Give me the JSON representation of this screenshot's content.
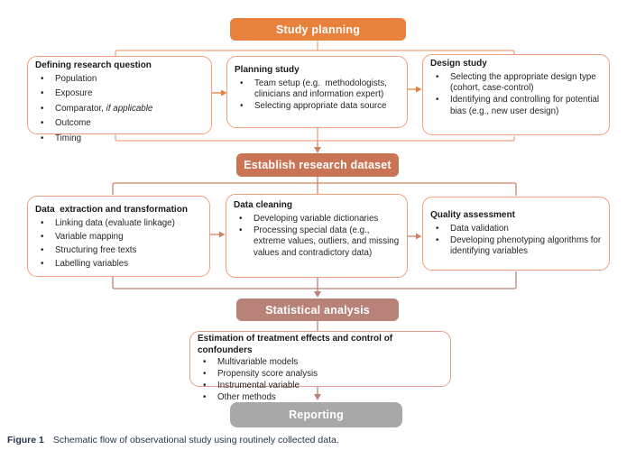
{
  "flow": {
    "headers": [
      {
        "id": "study-planning",
        "label": "Study planning",
        "bg": "#E8813B"
      },
      {
        "id": "establish-research-dataset",
        "label": "Establish research dataset",
        "bg": "#C97455"
      },
      {
        "id": "statistical-analysis",
        "label": "Statistical analysis",
        "bg": "#B98278"
      },
      {
        "id": "reporting",
        "label": "Reporting",
        "bg": "#A8A8A8"
      }
    ],
    "boxes": [
      {
        "id": "defining-research-question",
        "title": "Defining research question",
        "bullets": [
          "Population",
          "Exposure",
          {
            "text": "Comparator, ",
            "italic": "if applicable"
          },
          "Outcome",
          "Timing"
        ]
      },
      {
        "id": "planning-study",
        "title": "Planning study",
        "bullets": [
          "Team setup (e.g.  methodologists, clinicians and information expert)",
          "Selecting appropriate data source"
        ]
      },
      {
        "id": "design-study",
        "title": "Design study",
        "bullets": [
          "Selecting the appropriate design type (cohort, case-control)",
          "Identifying and controlling for potential bias (e.g., new user design)"
        ]
      },
      {
        "id": "data-extraction-and-transformation",
        "title": "Data  extraction and transformation",
        "bullets": [
          "Linking data (evaluate linkage)",
          "Variable mapping",
          "Structuring free texts",
          "Labelling variables"
        ]
      },
      {
        "id": "data-cleaning",
        "title": "Data cleaning",
        "bullets": [
          "Developing variable dictionaries",
          "Processing special data (e.g., extreme values, outliers, and missing values and contradictory data)"
        ]
      },
      {
        "id": "quality-assessment",
        "title": "Quality assessment",
        "bullets": [
          "Data validation",
          "Developing phenotyping algorithms for identifying variables"
        ]
      },
      {
        "id": "estimation-of-treatment-effects",
        "title": "Estimation of treatment effects and control of confounders",
        "bullets": [
          "Multivariable models",
          "Propensity score analysis",
          "Instrumental variable",
          "Other methods"
        ]
      }
    ],
    "connector_colors": {
      "top_lines": "#F0A480",
      "top_arrows": "#E8813B",
      "mid": "#D08263",
      "low": "#B98278"
    }
  },
  "caption": {
    "label": "Figure 1",
    "text": "Schematic flow of observational study using routinely collected data."
  }
}
